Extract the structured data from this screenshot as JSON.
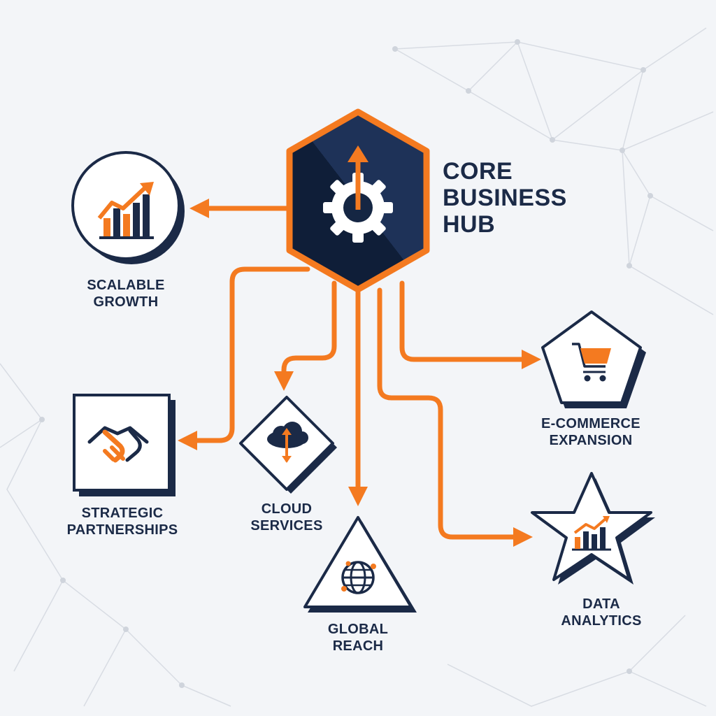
{
  "hub": {
    "title_lines": [
      "CORE",
      "BUSINESS",
      "HUB"
    ]
  },
  "nodes": {
    "scalable_growth": {
      "lines": [
        "SCALABLE",
        "GROWTH"
      ],
      "icon": "growth-chart-icon"
    },
    "strategic_partnerships": {
      "lines": [
        "STRATEGIC",
        "PARTNERSHIPS"
      ],
      "icon": "handshake-icon"
    },
    "cloud_services": {
      "lines": [
        "CLOUD",
        "SERVICES"
      ],
      "icon": "cloud-transfer-icon"
    },
    "global_reach": {
      "lines": [
        "GLOBAL",
        "REACH"
      ],
      "icon": "globe-network-icon"
    },
    "ecommerce_expansion": {
      "lines": [
        "E-COMMERCE",
        "EXPANSION"
      ],
      "icon": "shopping-cart-icon"
    },
    "data_analytics": {
      "lines": [
        "DATA",
        "ANALYTICS"
      ],
      "icon": "bar-chart-icon"
    }
  },
  "colors": {
    "navy": "#1b2a47",
    "orange": "#f47a20",
    "background": "#f3f5f8",
    "network_lines": "#d8dce3"
  }
}
